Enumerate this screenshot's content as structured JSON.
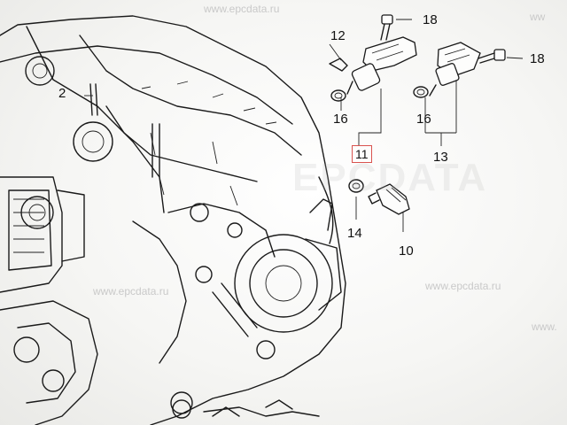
{
  "watermarks": {
    "top": "www.epcdata.ru",
    "right_mid": "www.epcdata.ru",
    "left_low": "www.epcdata.ru",
    "right_low": "www.",
    "top_right": "ww"
  },
  "watermark_large": "EPCDATA",
  "callouts": {
    "c18a": "18",
    "c18b": "18",
    "c12": "12",
    "c2": "2",
    "c16a": "16",
    "c16b": "16",
    "c11": "11",
    "c13": "13",
    "c14": "14",
    "c10": "10"
  },
  "colors": {
    "highlight_box": "#d9534f",
    "line_art": "#1a1a1a"
  }
}
